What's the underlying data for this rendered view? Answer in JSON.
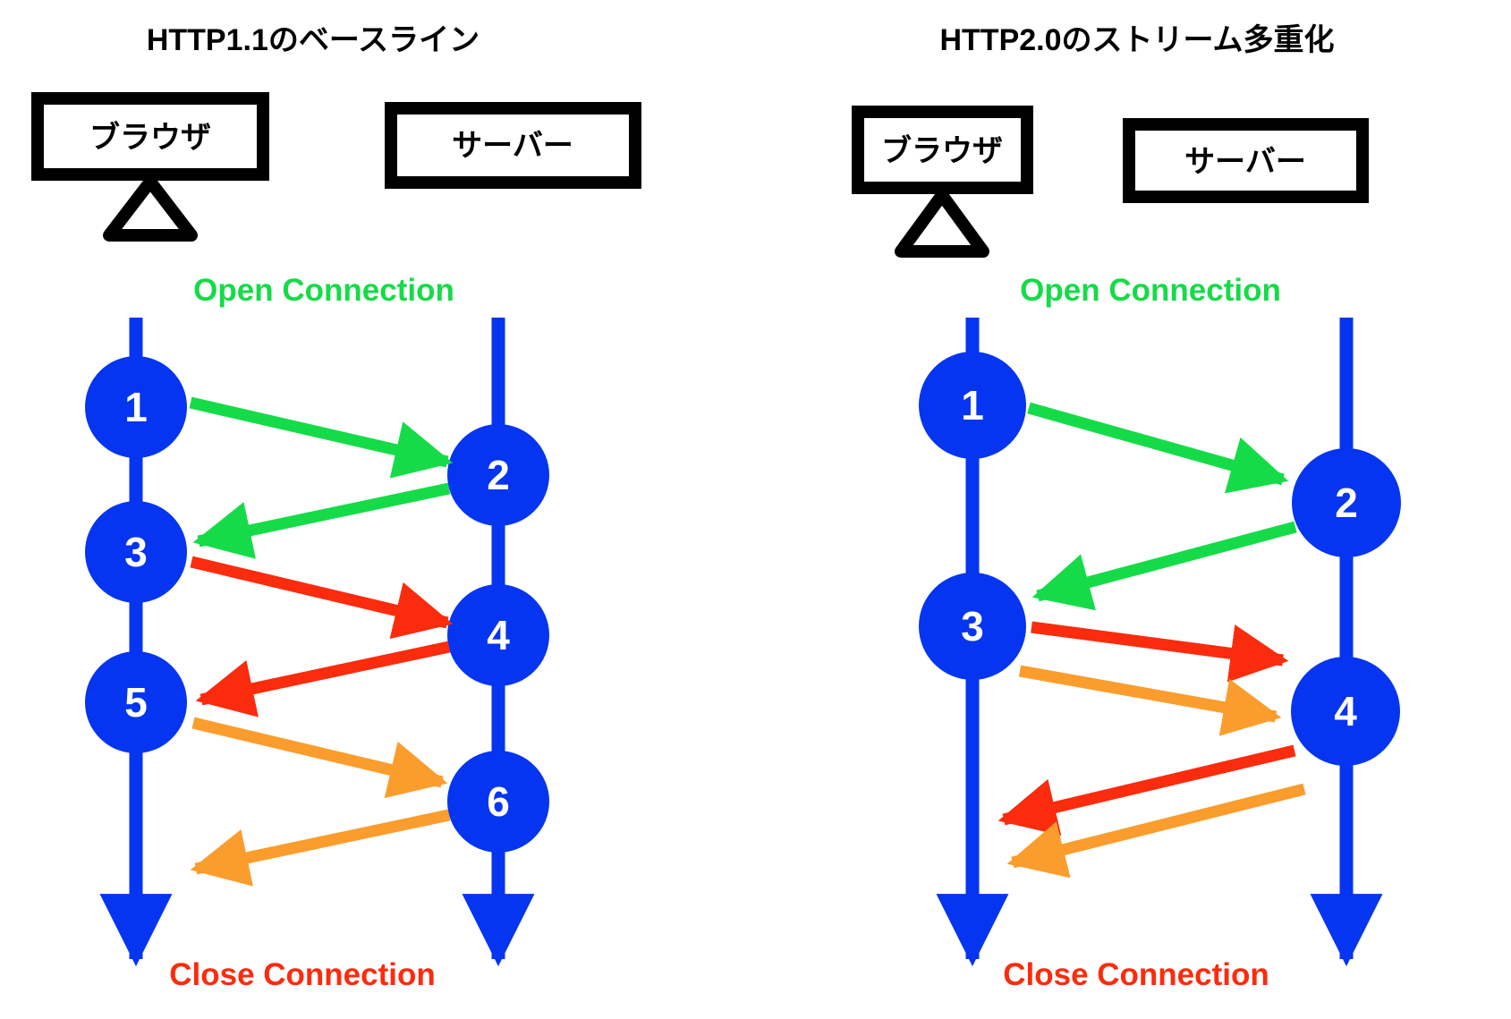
{
  "colors": {
    "timeline_blue": "#0535f0",
    "request_green": "#16db48",
    "request_red": "#fb2c0d",
    "request_orange": "#fa9d2d",
    "box_black": "#000000",
    "node_text": "#ffffff"
  },
  "left_panel": {
    "title": "HTTP1.1のベースライン",
    "browser_box": "ブラウザ",
    "server_box": "サーバー",
    "open_connection": "Open Connection",
    "close_connection": "Close Connection",
    "browser_nodes": [
      "1",
      "3",
      "5"
    ],
    "server_nodes": [
      "2",
      "4",
      "6"
    ],
    "flows": [
      {
        "from": "1",
        "to": "2",
        "color": "green"
      },
      {
        "from": "2",
        "to": "3",
        "color": "green"
      },
      {
        "from": "3",
        "to": "4",
        "color": "red"
      },
      {
        "from": "4",
        "to": "5",
        "color": "red"
      },
      {
        "from": "5",
        "to": "6",
        "color": "orange"
      },
      {
        "from": "6",
        "to": "browser-timeline",
        "color": "orange"
      }
    ]
  },
  "right_panel": {
    "title": "HTTP2.0のストリーム多重化",
    "browser_box": "ブラウザ",
    "server_box": "サーバー",
    "open_connection": "Open Connection",
    "close_connection": "Close Connection",
    "browser_nodes": [
      "1",
      "3"
    ],
    "server_nodes": [
      "2",
      "4"
    ],
    "flows": [
      {
        "from": "1",
        "to": "2",
        "color": "green"
      },
      {
        "from": "2",
        "to": "3",
        "color": "green"
      },
      {
        "from": "3",
        "to": "4",
        "color": "red"
      },
      {
        "from": "3",
        "to": "4",
        "color": "orange"
      },
      {
        "from": "4",
        "to": "browser-timeline",
        "color": "red"
      },
      {
        "from": "4",
        "to": "browser-timeline",
        "color": "orange"
      }
    ]
  }
}
